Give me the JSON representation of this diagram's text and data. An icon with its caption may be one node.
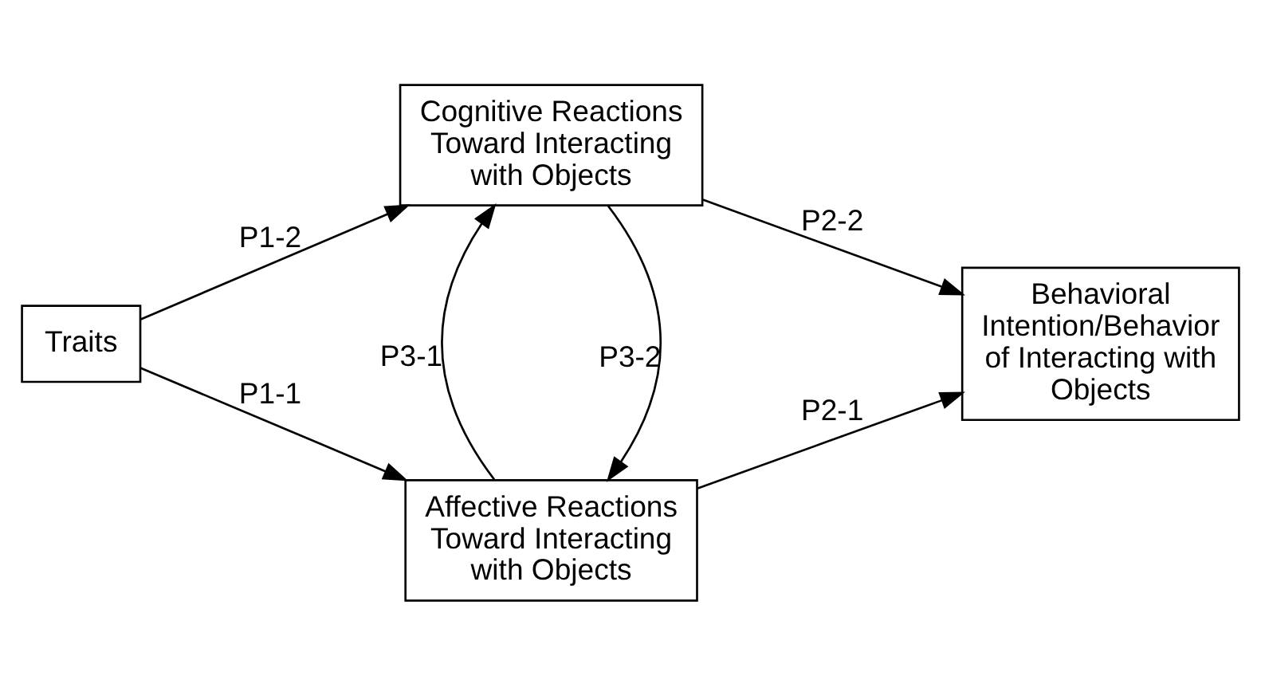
{
  "diagram": {
    "nodes": [
      {
        "text": [
          "Traits"
        ]
      },
      {
        "text": [
          "Affective Reactions Toward Interacting with Objects"
        ]
      },
      {
        "text": [
          "Cognitive Reactions Toward Interacting with Objects"
        ]
      },
      {
        "text": [
          "Behavioral Intention/Behavior of Interacting with Objects"
        ]
      }
    ],
    "edges": [
      {
        "from": 0,
        "to": 1,
        "arrow": "to",
        "label": "P1-1"
      },
      {
        "from": 0,
        "to": 2,
        "arrow": "to",
        "label": "P1-2"
      },
      {
        "from": 2,
        "to": 1,
        "arrow": "to",
        "label": "P3-2"
      },
      {
        "from": 1,
        "to": 2,
        "arrow": "to",
        "label": "P3-1"
      },
      {
        "from": 1,
        "to": 3,
        "arrow": "to",
        "label": "P2-1"
      },
      {
        "from": 2,
        "to": 3,
        "arrow": "to",
        "label": "P2-2"
      }
    ]
  }
}
